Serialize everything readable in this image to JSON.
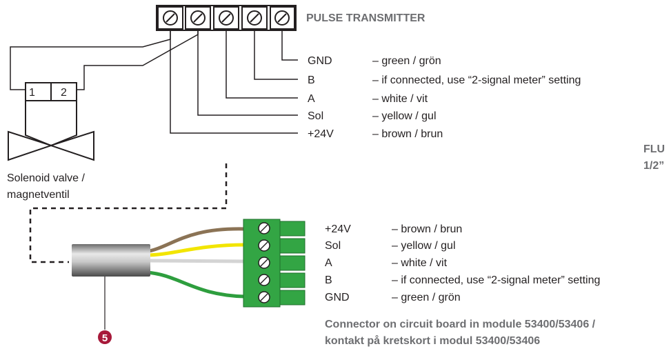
{
  "transmitter": {
    "title": "PULSE TRANSMITTER",
    "wires": [
      {
        "terminal": "GND",
        "desc": "– green / grön"
      },
      {
        "terminal": "B",
        "desc": "– if connected, use “2-signal meter” setting"
      },
      {
        "terminal": "A",
        "desc": "– white / vit"
      },
      {
        "terminal": "Sol",
        "desc": "– yellow / gul"
      },
      {
        "terminal": "+24V",
        "desc": "– brown / brun"
      }
    ]
  },
  "valve": {
    "pin1": "1",
    "pin2": "2",
    "label_line1": "Solenoid valve /",
    "label_line2": "magnetventil"
  },
  "connector": {
    "wires": [
      {
        "terminal": "+24V",
        "desc": "– brown / brun"
      },
      {
        "terminal": "Sol",
        "desc": "– yellow / gul"
      },
      {
        "terminal": "A",
        "desc": "– white / vit"
      },
      {
        "terminal": "B",
        "desc": "– if connected, use “2-signal meter” setting"
      },
      {
        "terminal": "GND",
        "desc": "– green / grön"
      }
    ],
    "caption_line1": "Connector on circuit board in module 53400/53406 /",
    "caption_line2": "kontakt på kretskort i modul 53400/53406"
  },
  "marker": "5",
  "side_text": {
    "line1": "FLU",
    "line2": "1/2”"
  },
  "colors": {
    "brown": "#8b7355",
    "yellow": "#f2e500",
    "white": "#e6e6e6",
    "green": "#2e9e3e",
    "connector_green": "#33a544",
    "marker_red": "#a7193a",
    "caption_grey": "#6d6e71"
  }
}
